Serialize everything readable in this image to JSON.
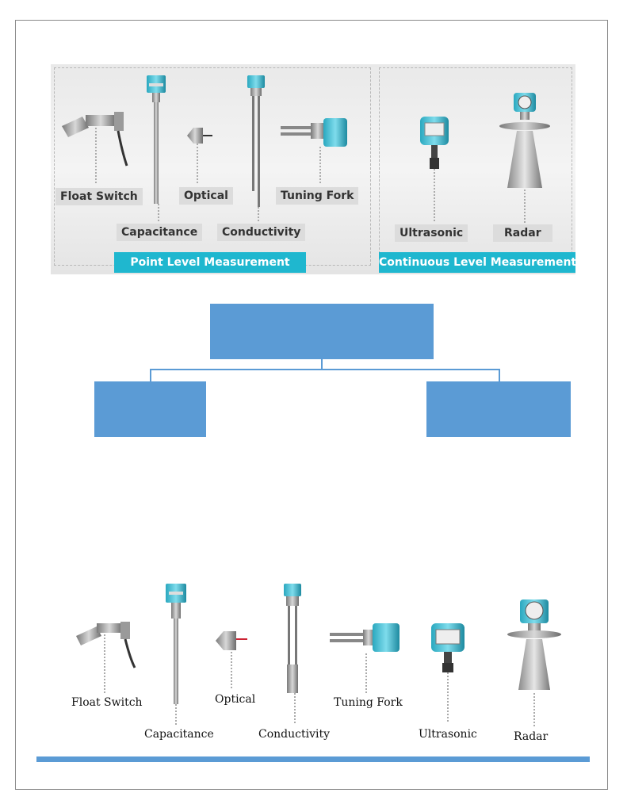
{
  "top_panel": {
    "labels": {
      "float_switch": "Float Switch",
      "capacitance": "Capacitance",
      "optical": "Optical",
      "conductivity": "Conductivity",
      "tuning_fork": "Tuning Fork",
      "ultrasonic": "Ultrasonic",
      "radar": "Radar"
    },
    "point_band": "Point Level Measurement",
    "continuous_band": "Continuous Level Measurement"
  },
  "hierarchy": {
    "root": "",
    "left_child": "",
    "right_child": ""
  },
  "bottom_row": {
    "float_switch": "Float Switch",
    "capacitance": "Capacitance",
    "optical": "Optical",
    "conductivity": "Conductivity",
    "tuning_fork": "Tuning Fork",
    "ultrasonic": "Ultrasonic",
    "radar": "Radar"
  },
  "colors": {
    "accent_teal": "#1fb7cf",
    "box_blue": "#5b9bd5",
    "label_gray": "#dcdcdc"
  }
}
